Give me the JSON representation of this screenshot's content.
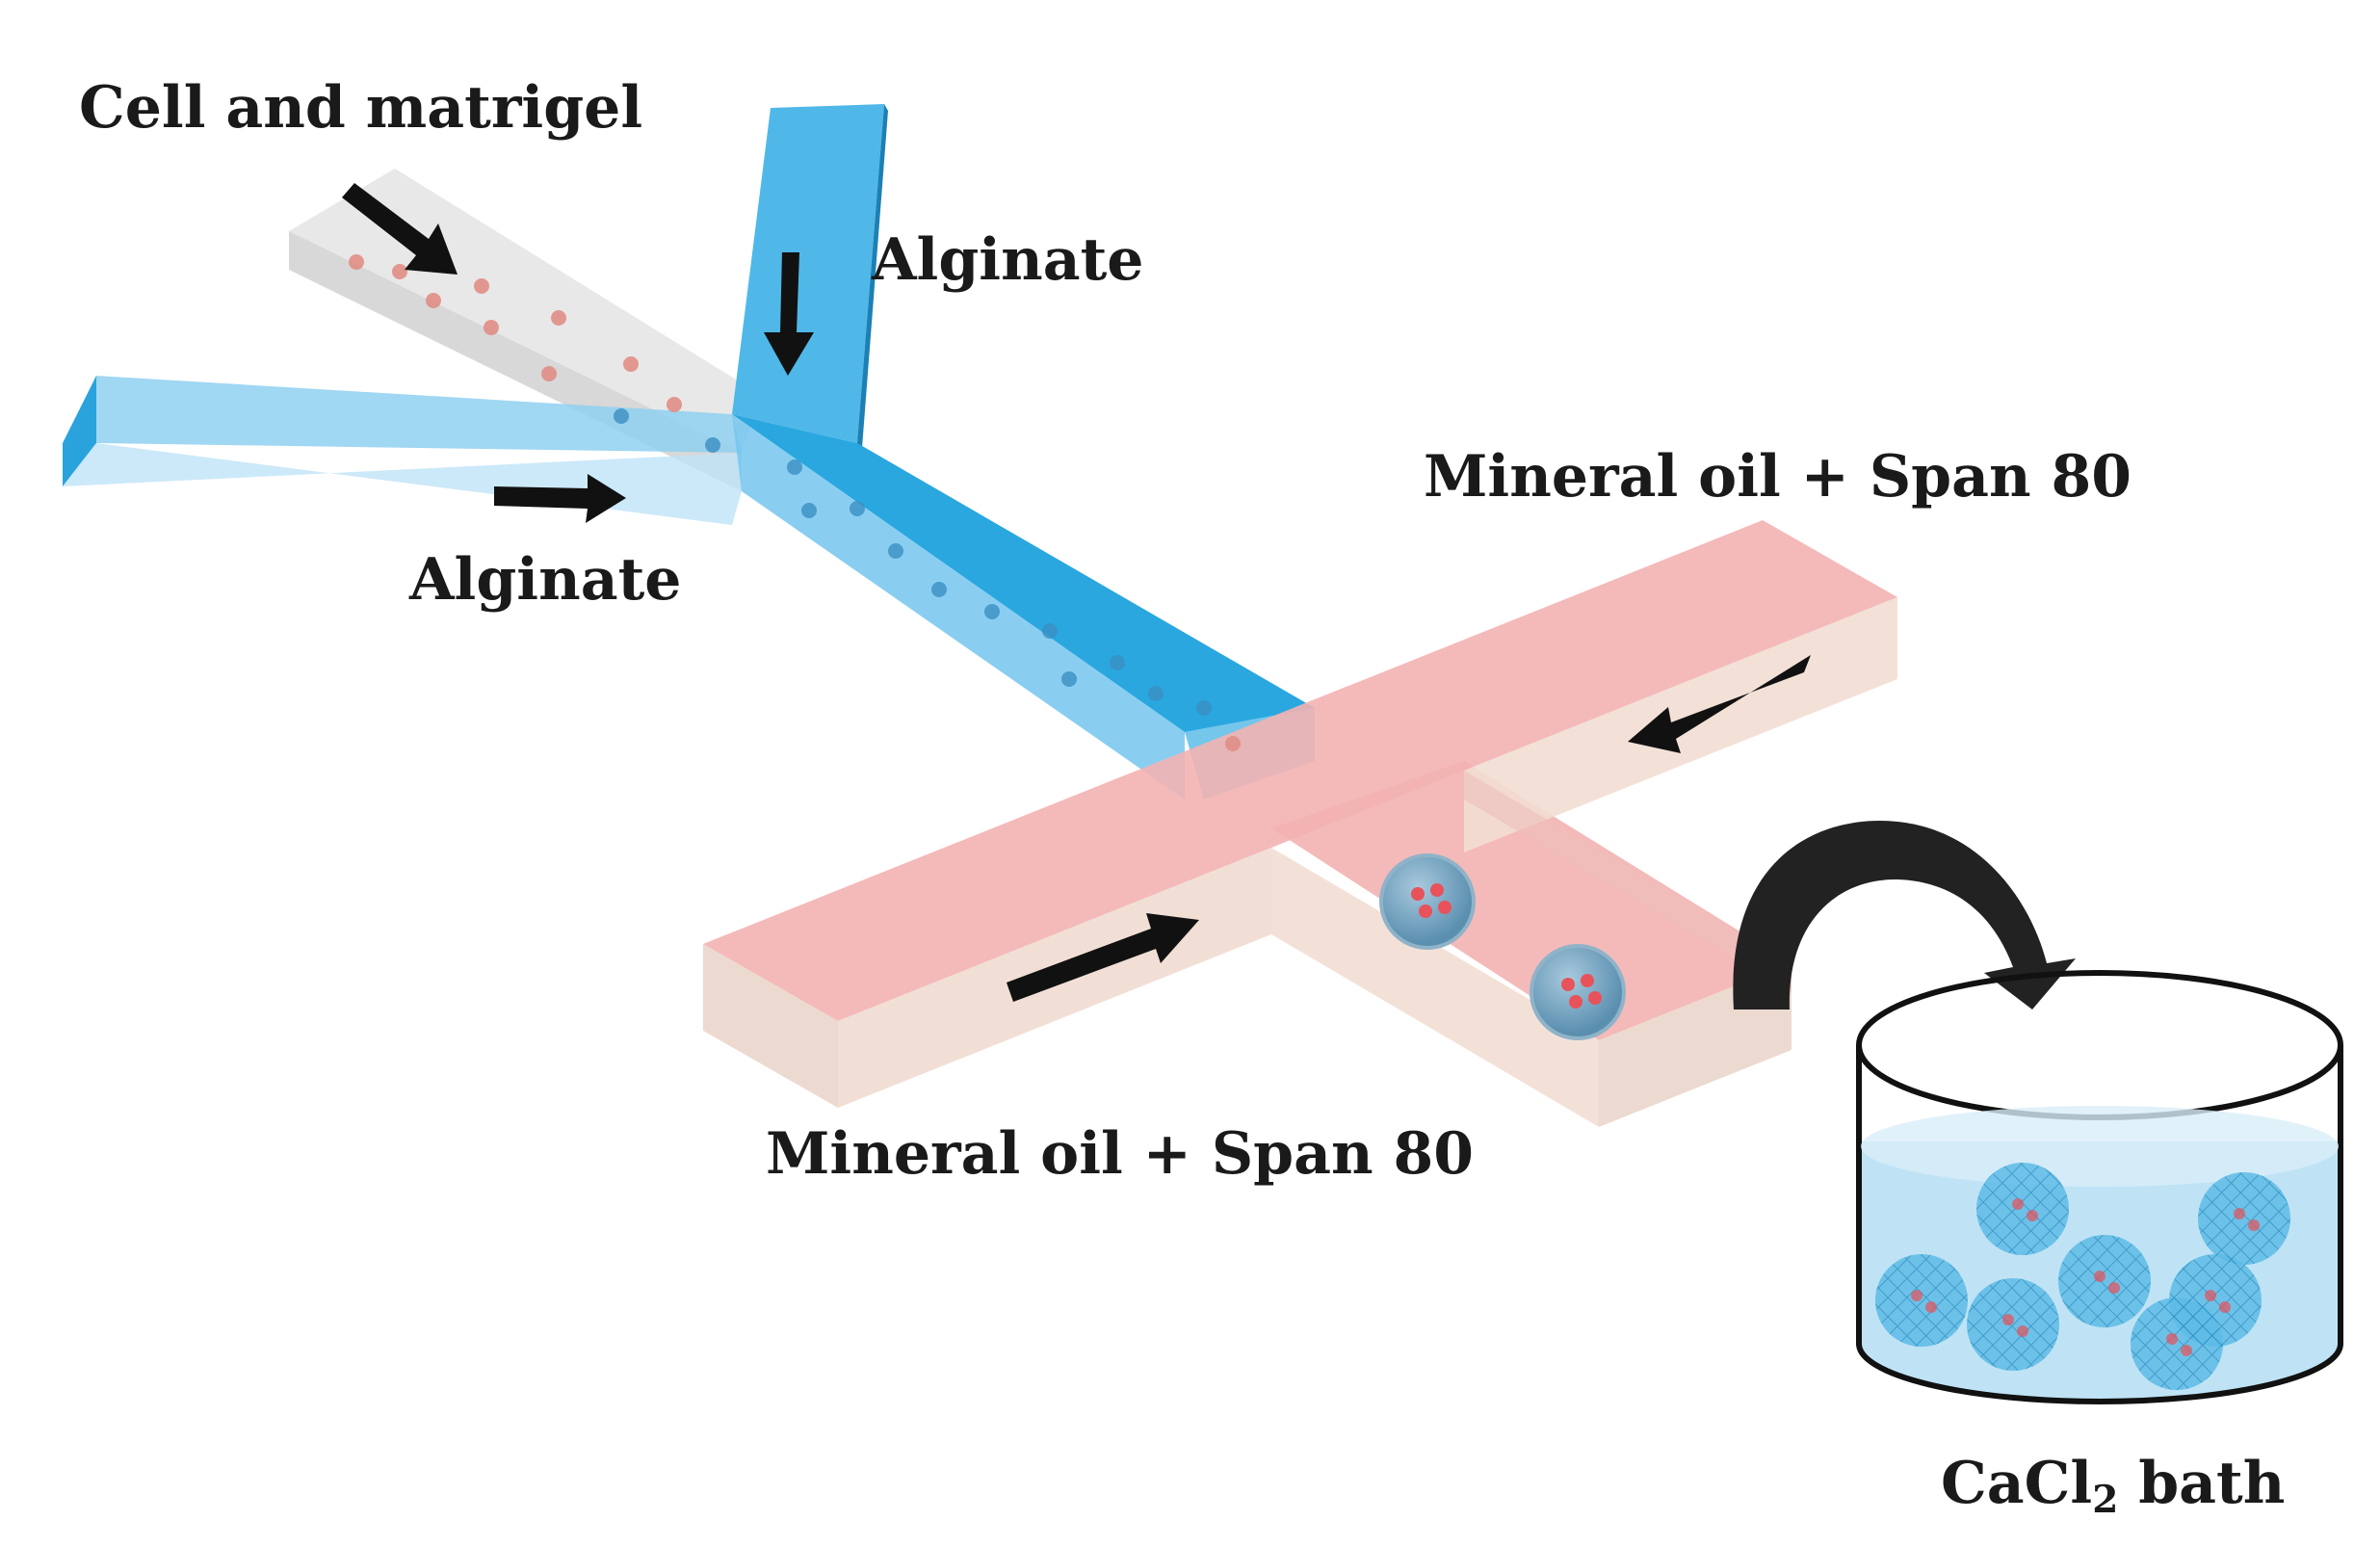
{
  "labels": {
    "cell_matrigel": "Cell and matrigel",
    "alginate_top": "Alginate",
    "alginate_left": "Alginate",
    "oil_top": "Mineral oil + Span 80",
    "oil_bottom": "Mineral oil + Span 80",
    "bath_prefix": "CaCl",
    "bath_sub": "2",
    "bath_suffix": " bath"
  },
  "colors": {
    "alginate": "#4fb8e8",
    "alginate_dark": "#2aa3dc",
    "cell_channel": "#d9d9d9",
    "oil_top": "#f4b6b6",
    "oil_side": "#ead6cc",
    "cell_dot": "#e08a80",
    "arrow": "#111111",
    "bath_liquid": "#bfe3f5",
    "bead": "#6cc3ea"
  }
}
